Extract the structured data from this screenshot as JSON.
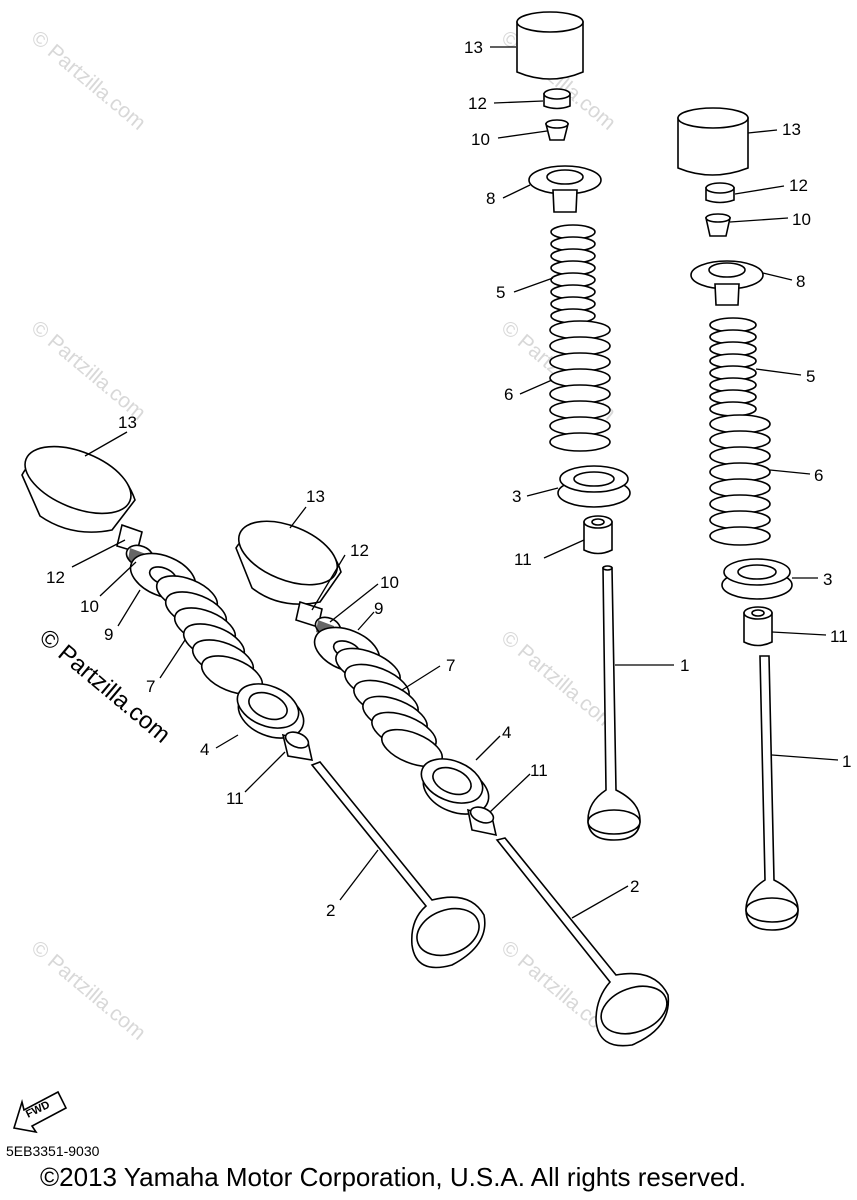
{
  "diagram": {
    "callouts": [
      {
        "id": "c13a",
        "label": "13"
      },
      {
        "id": "c12a",
        "label": "12"
      },
      {
        "id": "c10a",
        "label": "10"
      },
      {
        "id": "c8a",
        "label": "8"
      },
      {
        "id": "c5a",
        "label": "5"
      },
      {
        "id": "c6a",
        "label": "6"
      },
      {
        "id": "c3a",
        "label": "3"
      },
      {
        "id": "c11a",
        "label": "11"
      },
      {
        "id": "c1a",
        "label": "1"
      },
      {
        "id": "c13b",
        "label": "13"
      },
      {
        "id": "c12b",
        "label": "12"
      },
      {
        "id": "c10b",
        "label": "10"
      },
      {
        "id": "c8b",
        "label": "8"
      },
      {
        "id": "c5b",
        "label": "5"
      },
      {
        "id": "c6b",
        "label": "6"
      },
      {
        "id": "c3b",
        "label": "3"
      },
      {
        "id": "c11b",
        "label": "11"
      },
      {
        "id": "c1b",
        "label": "1"
      },
      {
        "id": "c13c",
        "label": "13"
      },
      {
        "id": "c12c",
        "label": "12"
      },
      {
        "id": "c10c",
        "label": "10"
      },
      {
        "id": "c9c",
        "label": "9"
      },
      {
        "id": "c7c",
        "label": "7"
      },
      {
        "id": "c4c",
        "label": "4"
      },
      {
        "id": "c11c",
        "label": "11"
      },
      {
        "id": "c2c",
        "label": "2"
      },
      {
        "id": "c13d",
        "label": "13"
      },
      {
        "id": "c12d",
        "label": "12"
      },
      {
        "id": "c10d",
        "label": "10"
      },
      {
        "id": "c9d",
        "label": "9"
      },
      {
        "id": "c7d",
        "label": "7"
      },
      {
        "id": "c4d",
        "label": "4"
      },
      {
        "id": "c11d",
        "label": "11"
      },
      {
        "id": "c2d",
        "label": "2"
      }
    ],
    "fwd_label": "FWD",
    "watermark": "© Partzilla.com"
  },
  "footer": {
    "code": "5EB3351-9030",
    "copyright": "©2013 Yamaha Motor Corporation, U.S.A. All rights reserved."
  }
}
